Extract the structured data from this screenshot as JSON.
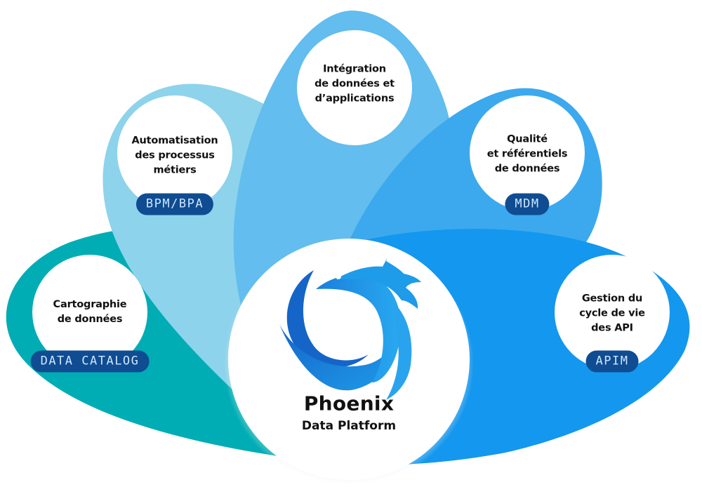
{
  "diagram": {
    "title": "Phoenix",
    "subtitle": "Data Platform",
    "logo_icon": "phoenix-bird-icon",
    "colors": {
      "teal_petal": "#00adb5",
      "light_petal": "#8dd3eb",
      "sky_petal": "#63bdee",
      "mid_petal": "#3ca9ee",
      "blue_petal": "#1497ee",
      "badge_bg": "#0f4c91",
      "badge_text": "#cfe6ff"
    },
    "petals": [
      {
        "id": "data-catalog",
        "lines": [
          "Cartographie",
          "de données"
        ],
        "badge": "DATA CATALOG"
      },
      {
        "id": "bpm-bpa",
        "lines": [
          "Automatisation",
          "des processus",
          "métiers"
        ],
        "badge": "BPM/BPA"
      },
      {
        "id": "integration",
        "lines": [
          "Intégration",
          "de données et",
          "d’applications"
        ],
        "badge": null
      },
      {
        "id": "mdm",
        "lines": [
          "Qualité",
          "et référentiels",
          "de données"
        ],
        "badge": "MDM"
      },
      {
        "id": "apim",
        "lines": [
          "Gestion du",
          "cycle de vie",
          "des API"
        ],
        "badge": "APIM"
      }
    ]
  }
}
